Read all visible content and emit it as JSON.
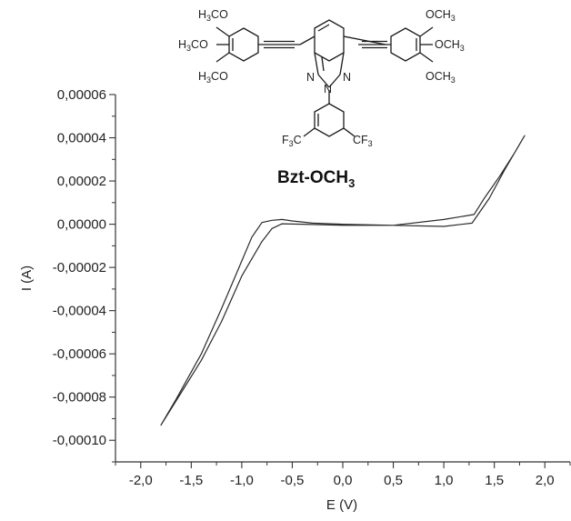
{
  "chart_data": {
    "type": "line",
    "title": "",
    "xlabel": "E (V)",
    "ylabel": "I (A)",
    "xlim": [
      -2.25,
      2.25
    ],
    "ylim": [
      -0.00011,
      6e-05
    ],
    "x_ticks": [
      -2.0,
      -1.5,
      -1.0,
      -0.5,
      0.0,
      0.5,
      1.0,
      1.5,
      2.0
    ],
    "x_tick_labels": [
      "-2,0",
      "-1,5",
      "-1,0",
      "-0,5",
      "0,0",
      "0,5",
      "1,0",
      "1,5",
      "2,0"
    ],
    "y_ticks": [
      6e-05,
      4e-05,
      2e-05,
      0.0,
      -2e-05,
      -4e-05,
      -6e-05,
      -8e-05,
      -0.0001
    ],
    "y_tick_labels": [
      "0,00006",
      "0,00004",
      "0,00002",
      "0,00000",
      "-0,00002",
      "-0,00004",
      "-0,00006",
      "-0,00008",
      "-0,00010"
    ],
    "grid": false,
    "series": [
      {
        "x": [
          0.0,
          0.5,
          1.0,
          1.28,
          1.45,
          1.6,
          1.75,
          1.8,
          1.7,
          1.55,
          1.4,
          1.3,
          1.0,
          0.5,
          0.0,
          -0.4,
          -0.6,
          -0.7,
          -0.8,
          -1.0,
          -1.2,
          -1.4,
          -1.6,
          -1.8,
          -1.65,
          -1.4,
          -1.2,
          -1.0,
          -0.9,
          -0.8,
          -0.7,
          -0.6,
          -0.5,
          -0.3,
          0.0
        ],
        "y": [
          0.0,
          -5e-07,
          -1e-06,
          5e-07,
          1.2e-05,
          2.5e-05,
          3.7e-05,
          4.1e-05,
          3.3e-05,
          2.2e-05,
          1.2e-05,
          4.5e-06,
          2.2e-06,
          -5e-07,
          -5e-07,
          0.0,
          2e-07,
          -2e-06,
          -8e-06,
          -2.4e-05,
          -4.5e-05,
          -6.3e-05,
          -7.8e-05,
          -9.3e-05,
          -8.1e-05,
          -6e-05,
          -3.9e-05,
          -1.7e-05,
          -6e-06,
          8e-07,
          1.8e-06,
          2.2e-06,
          1.5e-06,
          5e-07,
          0.0
        ]
      }
    ],
    "annotation": {
      "compound_base": "Bzt-OCH",
      "compound_sub": "3",
      "substituents": {
        "och3_left": [
          "H",
          "3",
          "CO"
        ],
        "och3_right": [
          "OCH",
          "3"
        ],
        "cf3": [
          "F",
          "3",
          "C"
        ],
        "cf3_right": [
          "CF",
          "3"
        ],
        "n_atom": "N"
      }
    }
  }
}
